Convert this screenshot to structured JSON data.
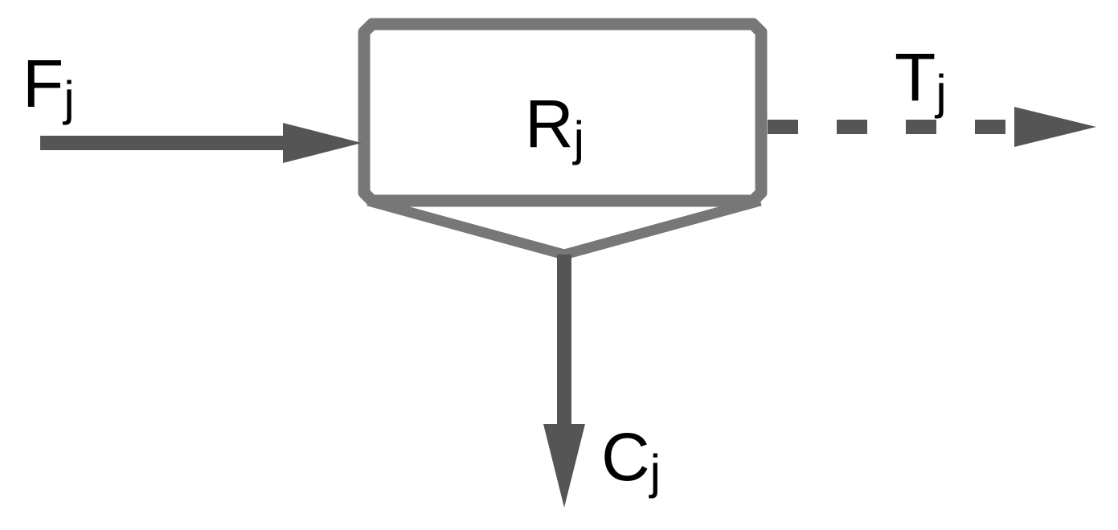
{
  "diagram": {
    "nodes": {
      "reactor": {
        "label": "R",
        "subscript": "j"
      }
    },
    "flows": {
      "feed": {
        "label": "F",
        "subscript": "j",
        "style": "solid",
        "direction": "in"
      },
      "transfer": {
        "label": "T",
        "subscript": "j",
        "style": "dashed",
        "direction": "out"
      },
      "concentrate": {
        "label": "C",
        "subscript": "j",
        "style": "solid",
        "direction": "out"
      }
    },
    "colors": {
      "box_stroke": "#777777",
      "arrow": "#555555",
      "text": "#000000",
      "background": "#ffffff"
    }
  }
}
